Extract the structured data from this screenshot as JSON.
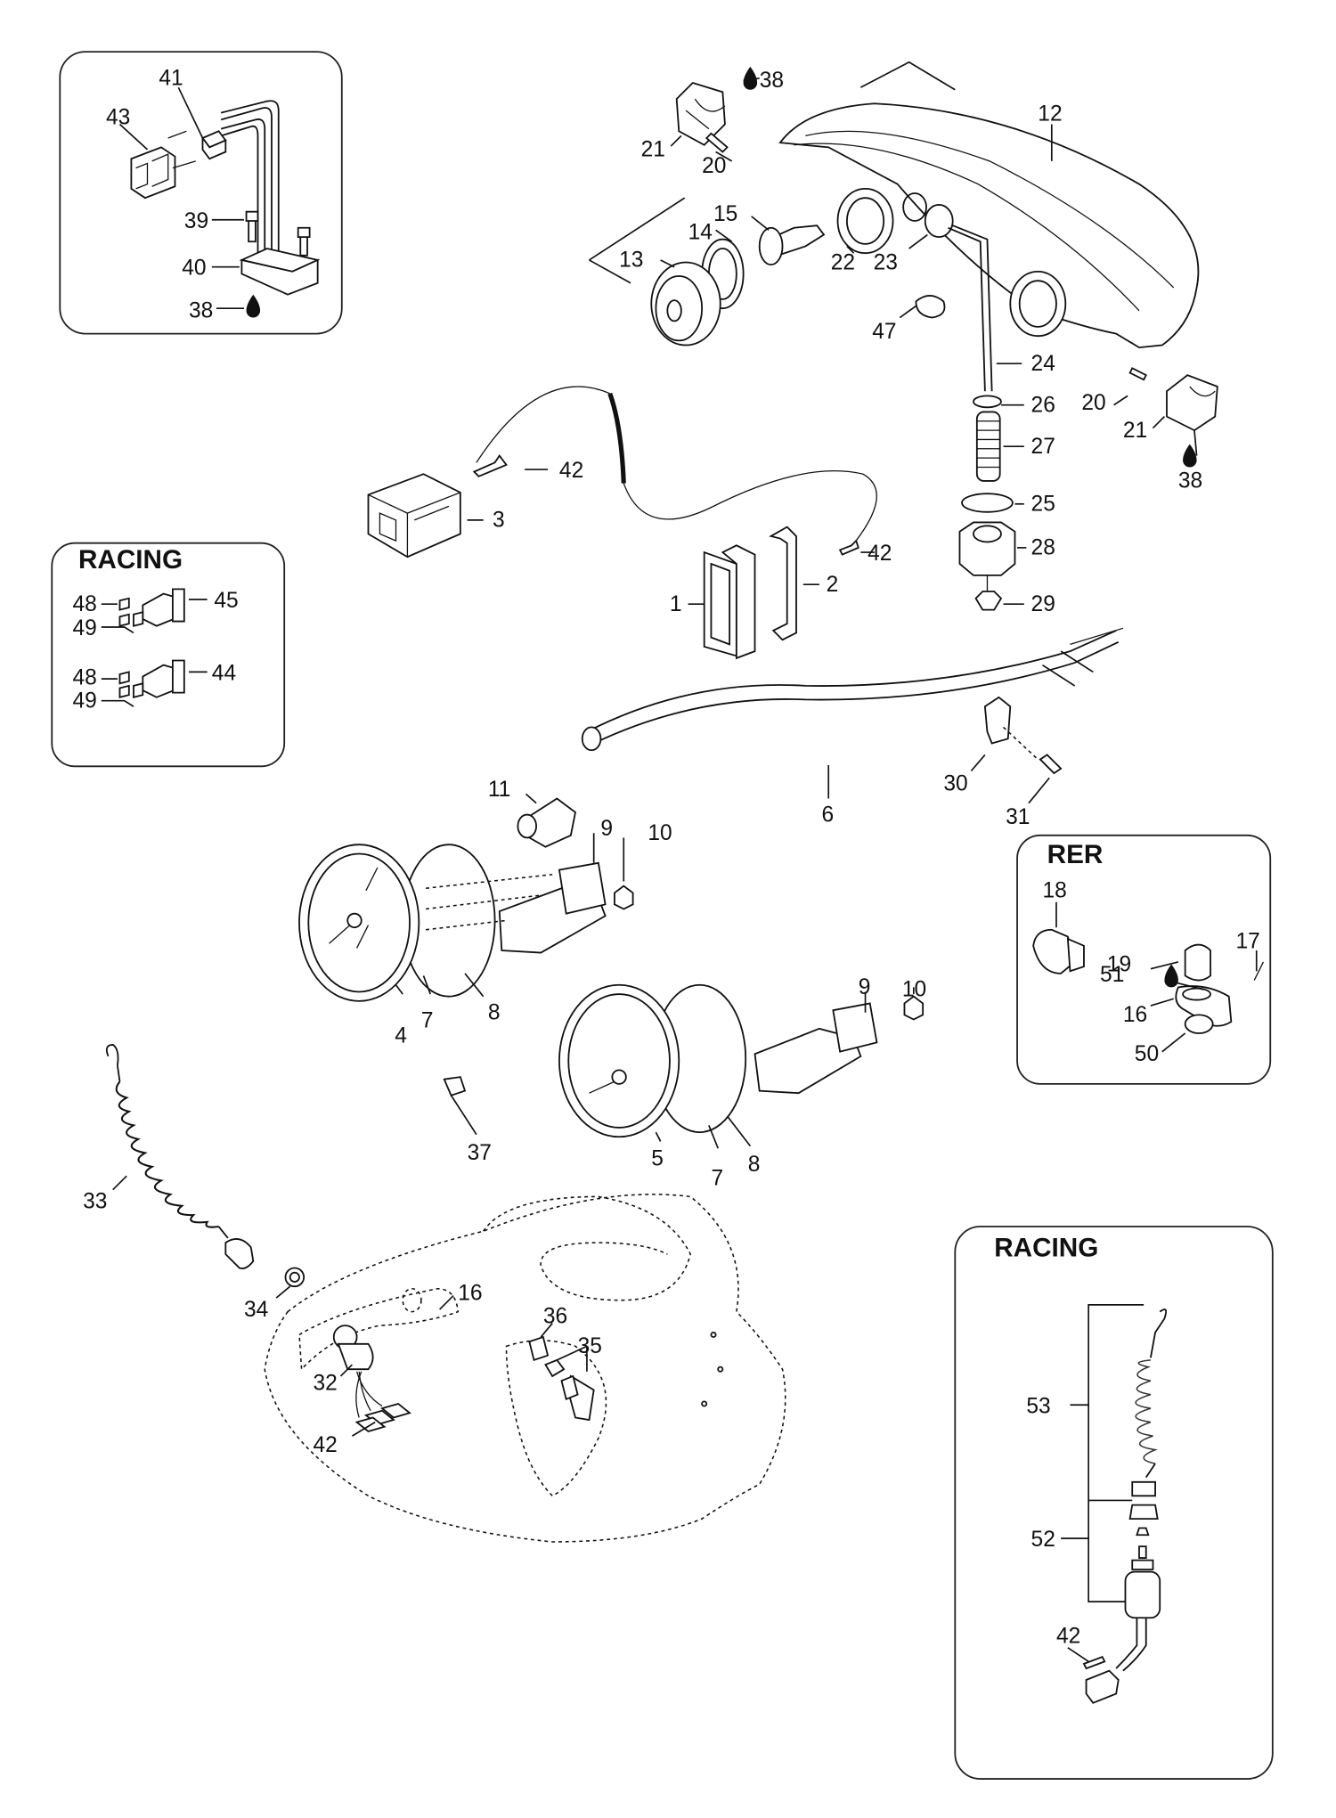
{
  "diagram": {
    "type": "exploded parts diagram",
    "insets": {
      "regulator": {
        "callouts": [
          "41",
          "43",
          "39",
          "40",
          "38"
        ]
      },
      "racing_switches": {
        "title": "RACING",
        "callouts": [
          "48",
          "49",
          "45",
          "48",
          "49",
          "44"
        ]
      },
      "rer": {
        "title": "RER",
        "callouts": [
          "18",
          "19",
          "51",
          "17",
          "16",
          "50"
        ]
      },
      "racing_lanyard": {
        "title": "RACING",
        "callouts": [
          "53",
          "52",
          "42"
        ]
      }
    },
    "callouts": {
      "c1": "1",
      "c2": "2",
      "c3": "3",
      "c4": "4",
      "c5": "5",
      "c6": "6",
      "c7a": "7",
      "c7b": "7",
      "c8a": "8",
      "c8b": "8",
      "c9a": "9",
      "c9b": "9",
      "c10a": "10",
      "c10b": "10",
      "c11": "11",
      "c12": "12",
      "c13": "13",
      "c14": "14",
      "c15": "15",
      "c16": "16",
      "c16r": "16",
      "c17": "17",
      "c18": "18",
      "c19": "19",
      "c20a": "20",
      "c20b": "20",
      "c21a": "21",
      "c21b": "21",
      "c22": "22",
      "c23": "23",
      "c24": "24",
      "c25": "25",
      "c26": "26",
      "c27": "27",
      "c28": "28",
      "c29": "29",
      "c30": "30",
      "c31": "31",
      "c32": "32",
      "c33": "33",
      "c34": "34",
      "c35": "35",
      "c36": "36",
      "c37": "37",
      "c38a": "38",
      "c38b": "38",
      "c38c": "38",
      "c39": "39",
      "c40": "40",
      "c41": "41",
      "c42a": "42",
      "c42b": "42",
      "c42c": "42",
      "c42d": "42",
      "c43": "43",
      "c44": "44",
      "c45": "45",
      "c47": "47",
      "c48a": "48",
      "c48b": "48",
      "c49a": "49",
      "c49b": "49",
      "c50": "50",
      "c51": "51",
      "c52": "52",
      "c53": "53"
    },
    "icons": {
      "sealant_drop": "drop-icon"
    }
  }
}
